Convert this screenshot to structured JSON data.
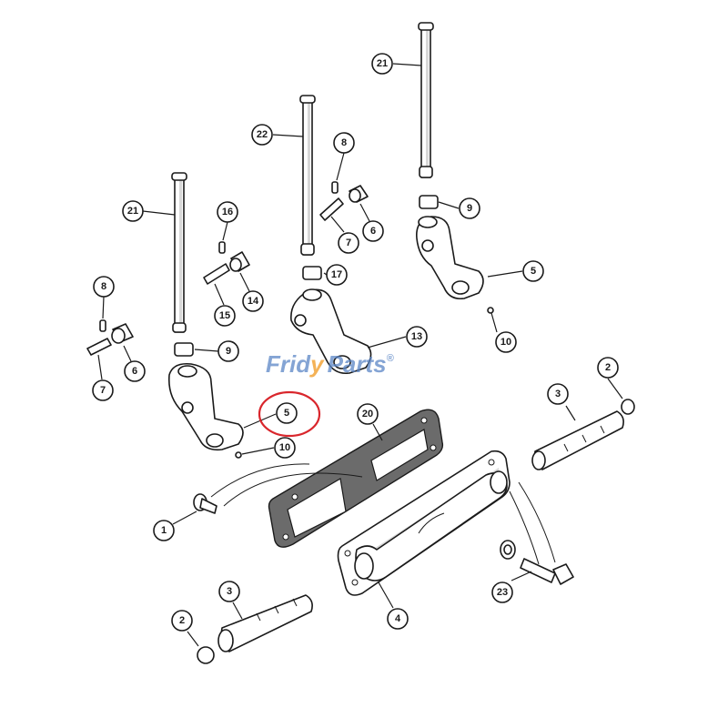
{
  "watermark": {
    "part1": "Frid",
    "part2": "y",
    "part3": "Parts",
    "mark": "®",
    "colors": {
      "blue": "#5b86c6",
      "orange": "#f2a43a"
    }
  },
  "highlight": {
    "label": "5",
    "color": "#d9262c"
  },
  "callouts": {
    "c21a": "21",
    "c22": "22",
    "c21b": "21",
    "c8a": "8",
    "c8b": "8",
    "c16": "16",
    "c14": "14",
    "c15": "15",
    "c7a": "7",
    "c7b": "7",
    "c6a": "6",
    "c6b": "6",
    "c9a": "9",
    "c9b": "9",
    "c17": "17",
    "c13": "13",
    "c5a": "5",
    "c5b": "5",
    "c10a": "10",
    "c10b": "10",
    "c20": "20",
    "c1": "1",
    "c2a": "2",
    "c2b": "2",
    "c3a": "3",
    "c3b": "3",
    "c4": "4",
    "c23": "23"
  }
}
